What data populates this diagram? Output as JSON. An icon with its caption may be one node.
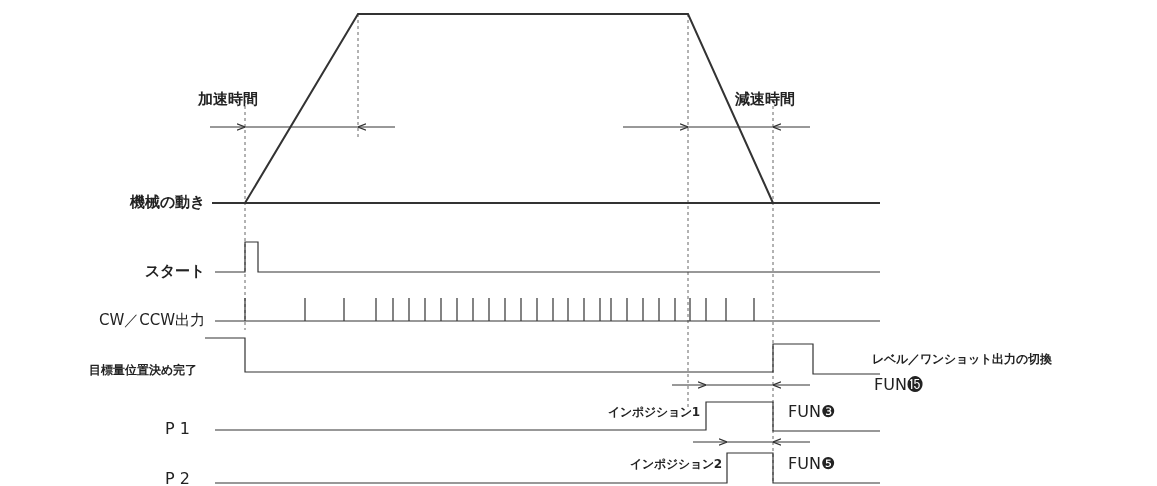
{
  "diagram": {
    "labels": [
      "加速時間",
      "減速時間",
      "機械の動き",
      "スタート",
      "CW／CCW出力",
      "目標量位置決め完了",
      "レベル／ワンショット出力の切換",
      "FUN⓯",
      "P 1",
      "インポジション1",
      "FUN❸",
      "P 2",
      "インポジション2",
      "FUN❺"
    ]
  }
}
